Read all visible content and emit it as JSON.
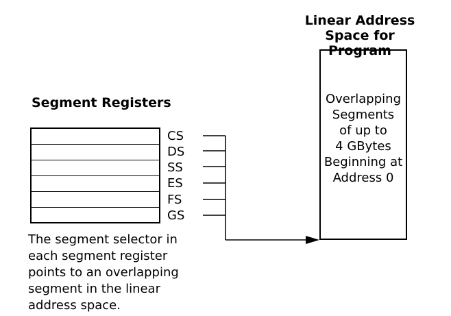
{
  "linear_title": [
    "Linear Address",
    "Space for Program"
  ],
  "segment_title": "Segment Registers",
  "registers": [
    "CS",
    "DS",
    "SS",
    "ES",
    "FS",
    "GS"
  ],
  "linear_text": [
    "Overlapping",
    "Segments",
    "of up to",
    "4 GBytes",
    "Beginning at",
    "Address 0"
  ],
  "caption": [
    "The segment selector in",
    "each segment register",
    "points to an overlapping",
    "segment in the linear",
    "address space."
  ]
}
